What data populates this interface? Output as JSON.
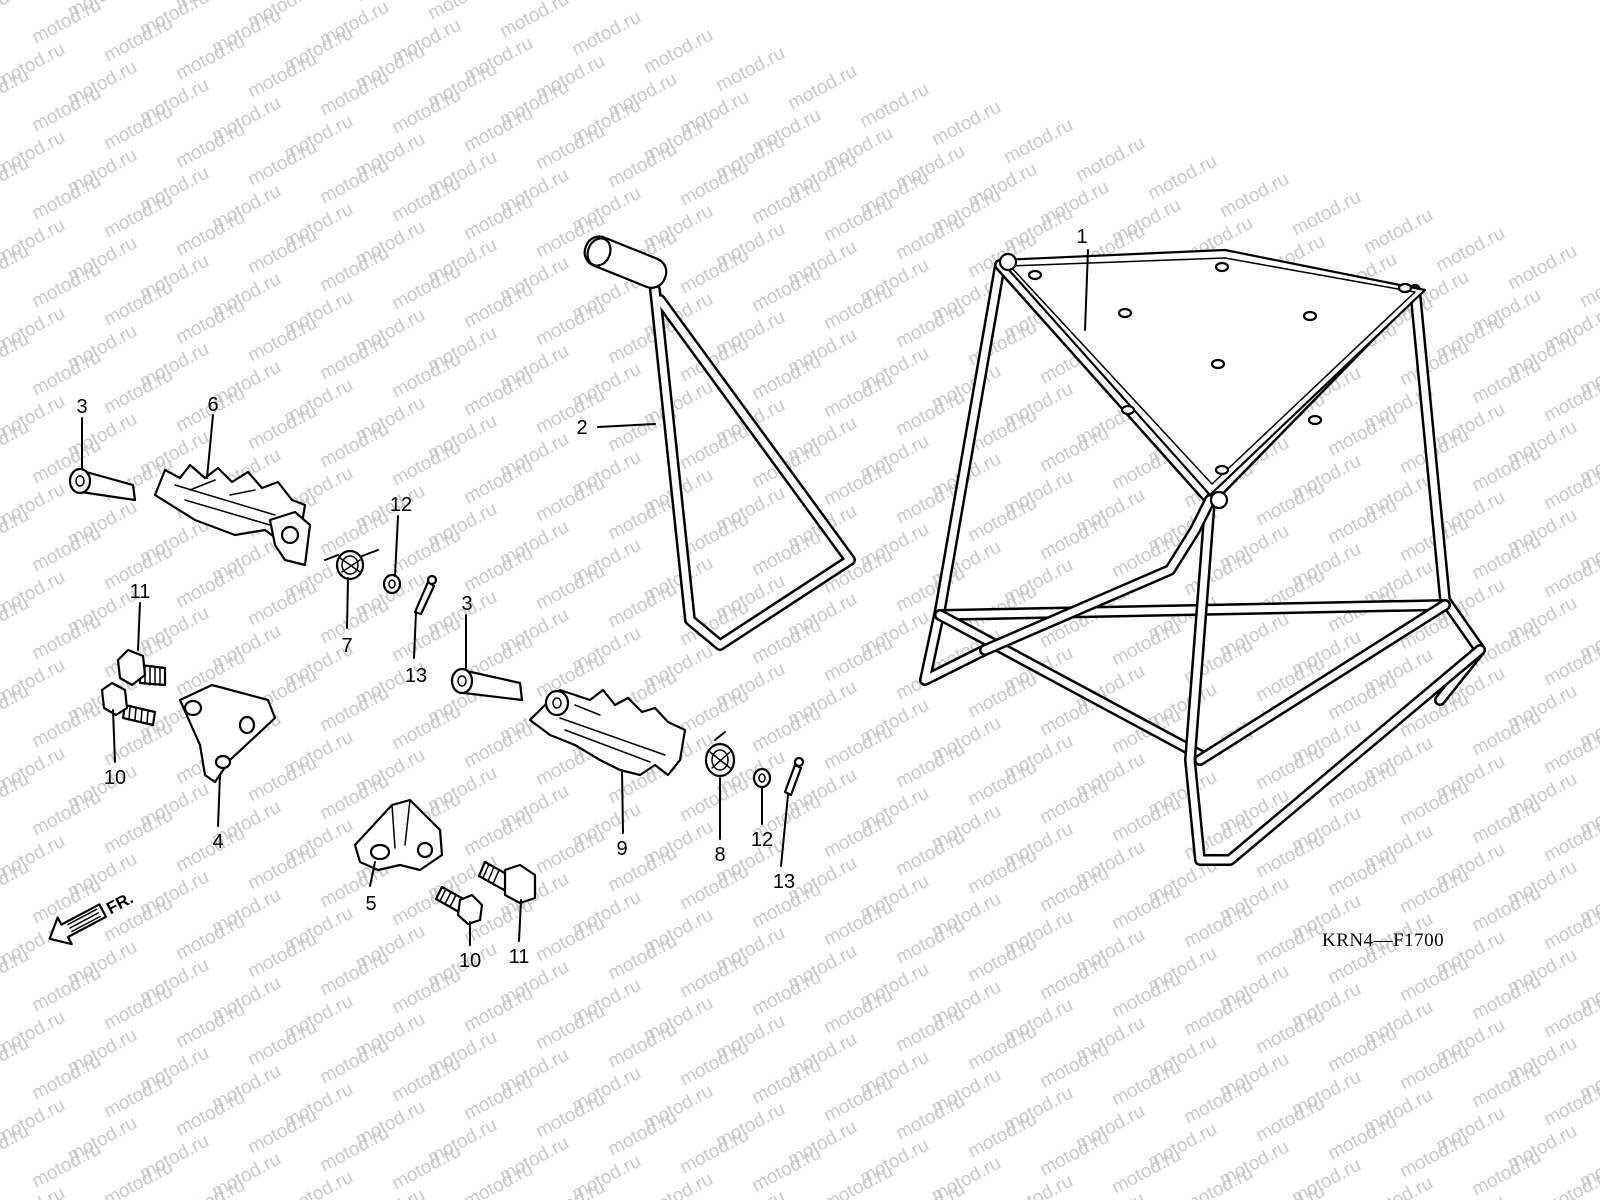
{
  "watermark": {
    "text": "motod.ru",
    "color": "#c9c9c9"
  },
  "diagram_code": "KRN4—F1700",
  "direction": {
    "label": "FR."
  },
  "callouts": {
    "c1": "1",
    "c2": "2",
    "c3a": "3",
    "c3b": "3",
    "c4": "4",
    "c5": "5",
    "c6": "6",
    "c7": "7",
    "c8": "8",
    "c9": "9",
    "c10a": "10",
    "c10b": "10",
    "c11a": "11",
    "c11b": "11",
    "c12a": "12",
    "c12b": "12",
    "c13a": "13",
    "c13b": "13"
  }
}
